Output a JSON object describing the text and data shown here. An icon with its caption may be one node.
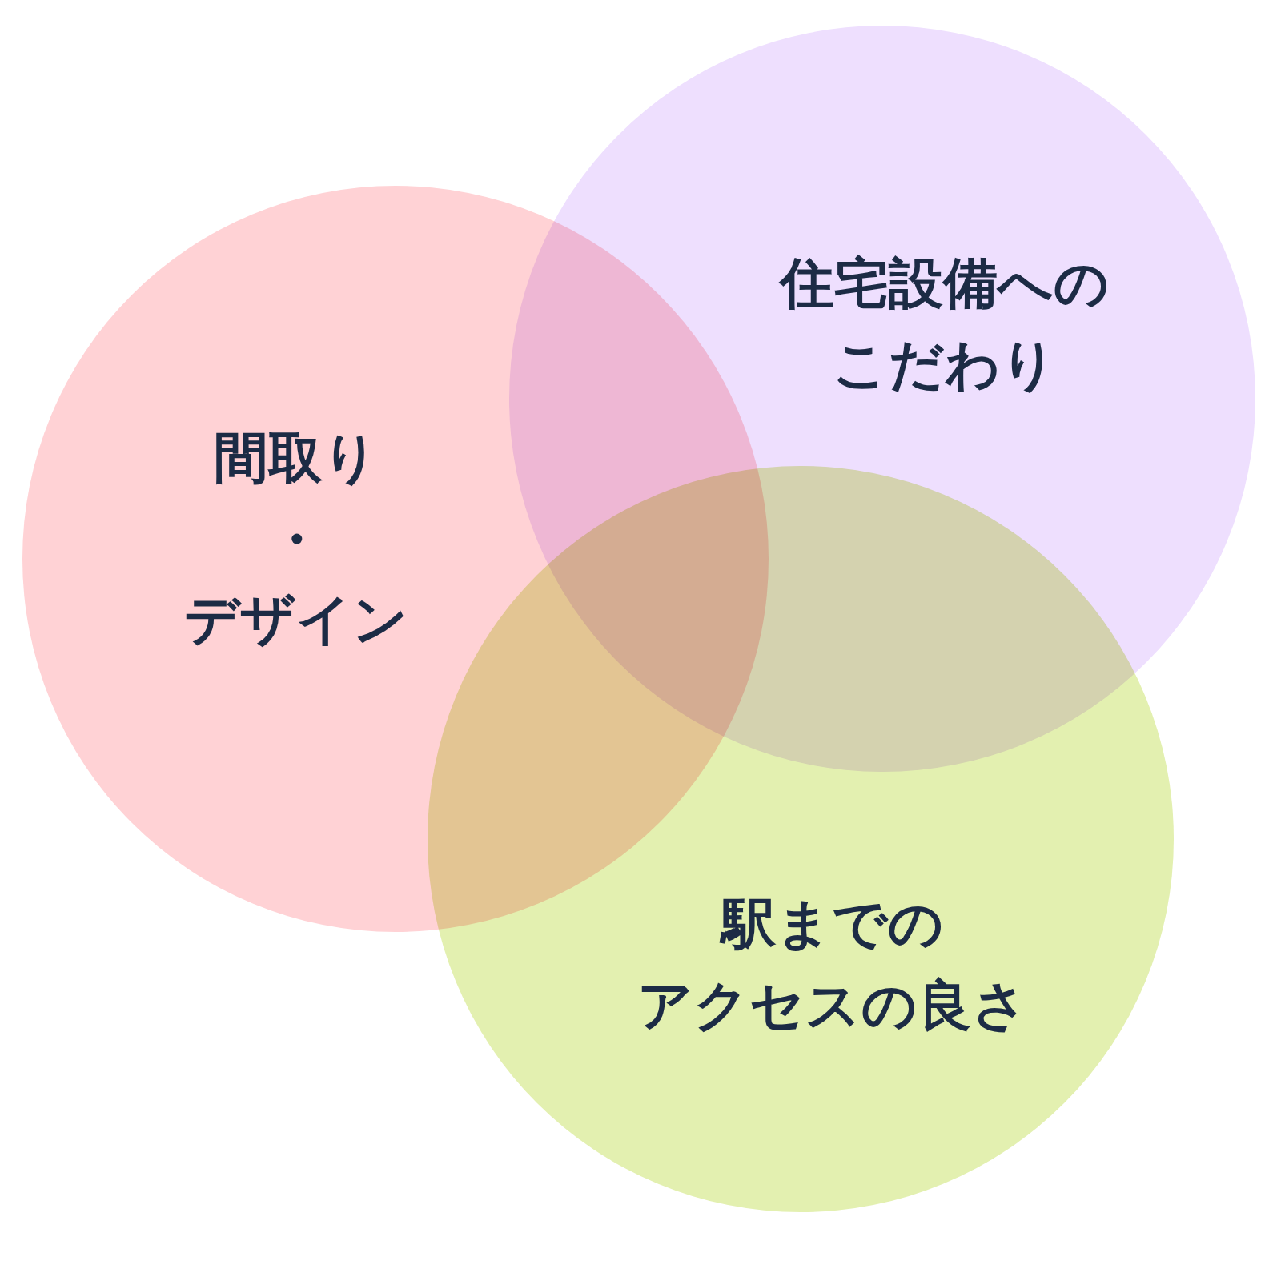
{
  "diagram": {
    "nodes": [
      {
        "text": [
          "間取り",
          "・",
          "デザイン"
        ]
      },
      {
        "text": [
          "住宅設備への",
          "こだわり"
        ]
      },
      {
        "text": [
          "駅までの",
          "アクセスの良さ"
        ]
      }
    ]
  }
}
